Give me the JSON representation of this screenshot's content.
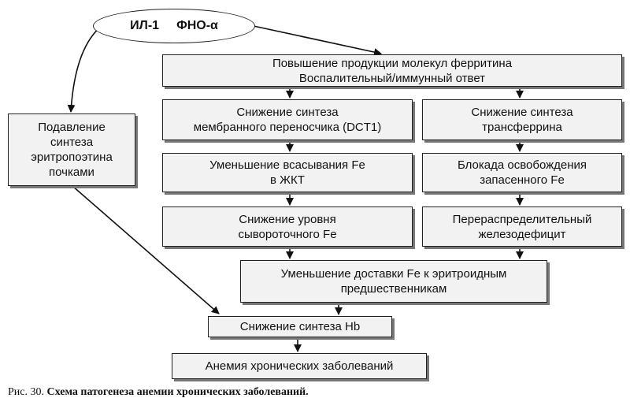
{
  "cytokines": {
    "il1": "ИЛ-1",
    "tnf": "ФНО-α"
  },
  "boxes": {
    "ferritin": [
      "Повышение продукции молекул ферритина",
      "Воспалительный/иммунный ответ"
    ],
    "epo": [
      "Подавление",
      "синтеза",
      "эритропоэтина",
      "почками"
    ],
    "dct1": [
      "Снижение синтеза",
      "мембранного переносчика (DCT1)"
    ],
    "transferrin": [
      "Снижение синтеза",
      "трансферрина"
    ],
    "absorption": [
      "Уменьшение всасывания Fe",
      "в ЖКТ"
    ],
    "release": [
      "Блокада освобождения",
      "запасенного Fe"
    ],
    "serum": [
      "Снижение уровня",
      "сывороточного Fe"
    ],
    "redistribution": [
      "Перераспределительный",
      "железодефицит"
    ],
    "delivery": [
      "Уменьшение доставки Fe к эритроидным",
      "предшественникам"
    ],
    "hb": [
      "Снижение синтеза Hb"
    ],
    "anemia": [
      "Анемия хронических заболеваний"
    ]
  },
  "caption": {
    "prefix": "Рис. 30.",
    "title": "Схема патогенеза анемии хронических заболеваний."
  }
}
